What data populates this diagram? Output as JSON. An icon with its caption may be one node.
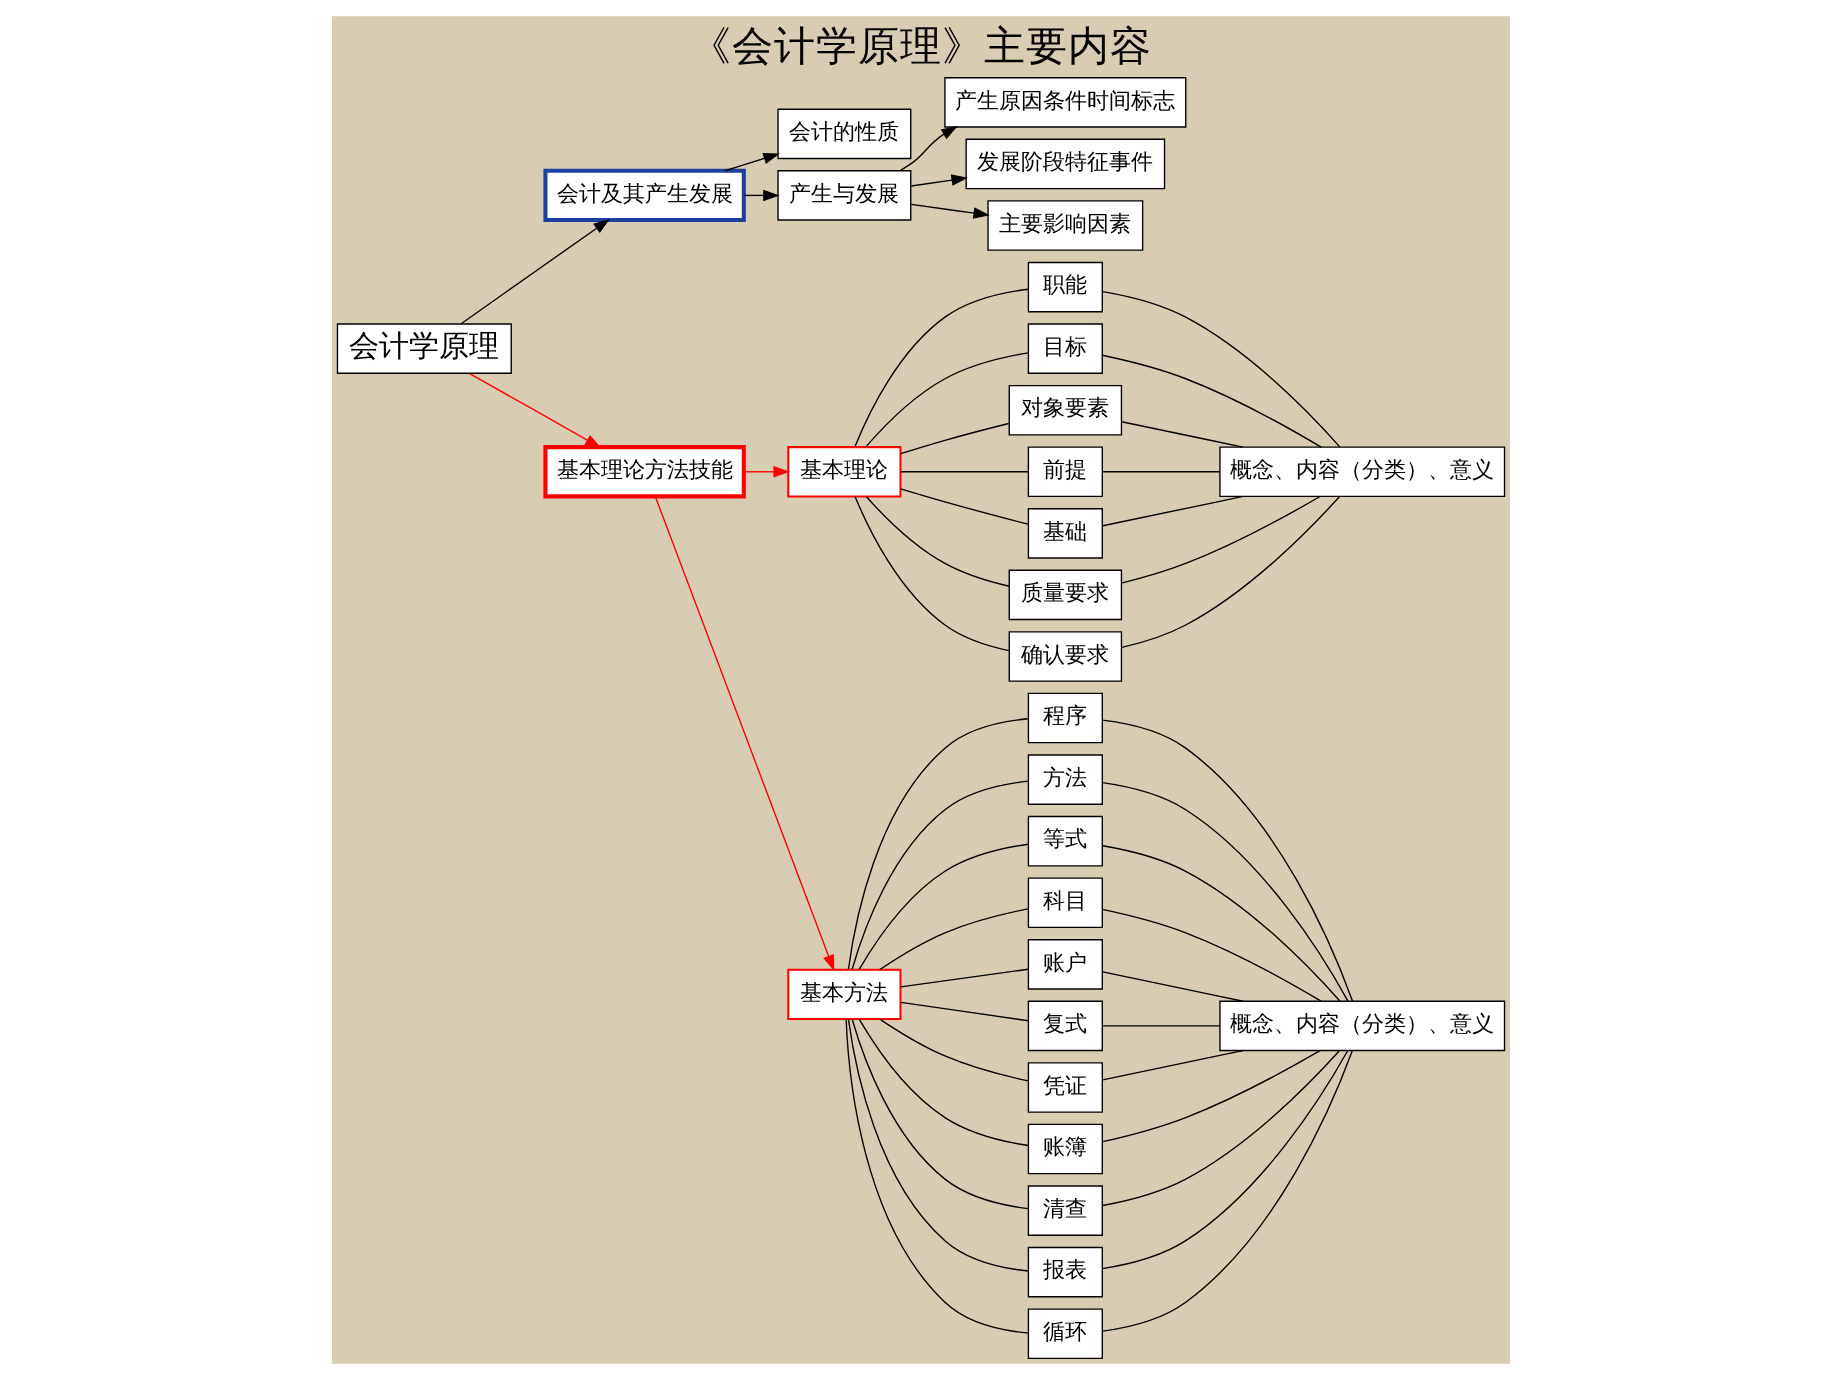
{
  "diagram": {
    "title": "《会计学原理》主要内容",
    "nodes": [
      {
        "text": [
          "会计学原理"
        ]
      },
      {
        "text": [
          "会计及其产生发展"
        ]
      },
      {
        "text": [
          "基本理论方法技能"
        ]
      },
      {
        "text": [
          "会计的性质"
        ]
      },
      {
        "text": [
          "产生与发展"
        ]
      },
      {
        "text": [
          "产生原因条件时间标志"
        ]
      },
      {
        "text": [
          "发展阶段特征事件"
        ]
      },
      {
        "text": [
          "主要影响因素"
        ]
      },
      {
        "text": [
          "基本理论"
        ]
      },
      {
        "text": [
          "职能"
        ]
      },
      {
        "text": [
          "目标"
        ]
      },
      {
        "text": [
          "对象要素"
        ]
      },
      {
        "text": [
          "前提"
        ]
      },
      {
        "text": [
          "基础"
        ]
      },
      {
        "text": [
          "质量要求"
        ]
      },
      {
        "text": [
          "确认要求"
        ]
      },
      {
        "text": [
          "概念、内容（分类）、意义"
        ]
      },
      {
        "text": [
          "基本方法"
        ]
      },
      {
        "text": [
          "程序"
        ]
      },
      {
        "text": [
          "方法"
        ]
      },
      {
        "text": [
          "等式"
        ]
      },
      {
        "text": [
          "科目"
        ]
      },
      {
        "text": [
          "账户"
        ]
      },
      {
        "text": [
          "复式"
        ]
      },
      {
        "text": [
          "凭证"
        ]
      },
      {
        "text": [
          "账簿"
        ]
      },
      {
        "text": [
          "清查"
        ]
      },
      {
        "text": [
          "报表"
        ]
      },
      {
        "text": [
          "循环"
        ]
      },
      {
        "text": [
          "概念、内容（分类）、意义"
        ]
      }
    ],
    "edges": [
      {
        "from": 0,
        "to": 1,
        "arrow": "to"
      },
      {
        "from": 0,
        "to": 2,
        "arrow": "to",
        "color": "#ff0000"
      },
      {
        "from": 1,
        "to": 3,
        "arrow": "to"
      },
      {
        "from": 1,
        "to": 4,
        "arrow": "to"
      },
      {
        "from": 4,
        "to": 5,
        "arrow": "to"
      },
      {
        "from": 4,
        "to": 6,
        "arrow": "to"
      },
      {
        "from": 4,
        "to": 7,
        "arrow": "to"
      },
      {
        "from": 2,
        "to": 8,
        "arrow": "to",
        "color": "#ff0000"
      },
      {
        "from": 2,
        "to": 17,
        "arrow": "to",
        "color": "#ff0000"
      },
      {
        "from": 8,
        "to": 9,
        "arrow": "none"
      },
      {
        "from": 8,
        "to": 10,
        "arrow": "none"
      },
      {
        "from": 8,
        "to": 11,
        "arrow": "none"
      },
      {
        "from": 8,
        "to": 12,
        "arrow": "none"
      },
      {
        "from": 8,
        "to": 13,
        "arrow": "none"
      },
      {
        "from": 8,
        "to": 14,
        "arrow": "none"
      },
      {
        "from": 8,
        "to": 15,
        "arrow": "none"
      },
      {
        "from": 9,
        "to": 16,
        "arrow": "none"
      },
      {
        "from": 10,
        "to": 16,
        "arrow": "none"
      },
      {
        "from": 11,
        "to": 16,
        "arrow": "none"
      },
      {
        "from": 12,
        "to": 16,
        "arrow": "none"
      },
      {
        "from": 13,
        "to": 16,
        "arrow": "none"
      },
      {
        "from": 14,
        "to": 16,
        "arrow": "none"
      },
      {
        "from": 15,
        "to": 16,
        "arrow": "none"
      },
      {
        "from": 17,
        "to": 18,
        "arrow": "none"
      },
      {
        "from": 17,
        "to": 19,
        "arrow": "none"
      },
      {
        "from": 17,
        "to": 20,
        "arrow": "none"
      },
      {
        "from": 17,
        "to": 21,
        "arrow": "none"
      },
      {
        "from": 17,
        "to": 22,
        "arrow": "none"
      },
      {
        "from": 17,
        "to": 23,
        "arrow": "none"
      },
      {
        "from": 17,
        "to": 24,
        "arrow": "none"
      },
      {
        "from": 17,
        "to": 25,
        "arrow": "none"
      },
      {
        "from": 17,
        "to": 26,
        "arrow": "none"
      },
      {
        "from": 17,
        "to": 27,
        "arrow": "none"
      },
      {
        "from": 17,
        "to": 28,
        "arrow": "none"
      },
      {
        "from": 18,
        "to": 29,
        "arrow": "none"
      },
      {
        "from": 19,
        "to": 29,
        "arrow": "none"
      },
      {
        "from": 20,
        "to": 29,
        "arrow": "none"
      },
      {
        "from": 21,
        "to": 29,
        "arrow": "none"
      },
      {
        "from": 22,
        "to": 29,
        "arrow": "none"
      },
      {
        "from": 23,
        "to": 29,
        "arrow": "none"
      },
      {
        "from": 24,
        "to": 29,
        "arrow": "none"
      },
      {
        "from": 25,
        "to": 29,
        "arrow": "none"
      },
      {
        "from": 26,
        "to": 29,
        "arrow": "none"
      },
      {
        "from": 27,
        "to": 29,
        "arrow": "none"
      },
      {
        "from": 28,
        "to": 29,
        "arrow": "none"
      }
    ]
  }
}
